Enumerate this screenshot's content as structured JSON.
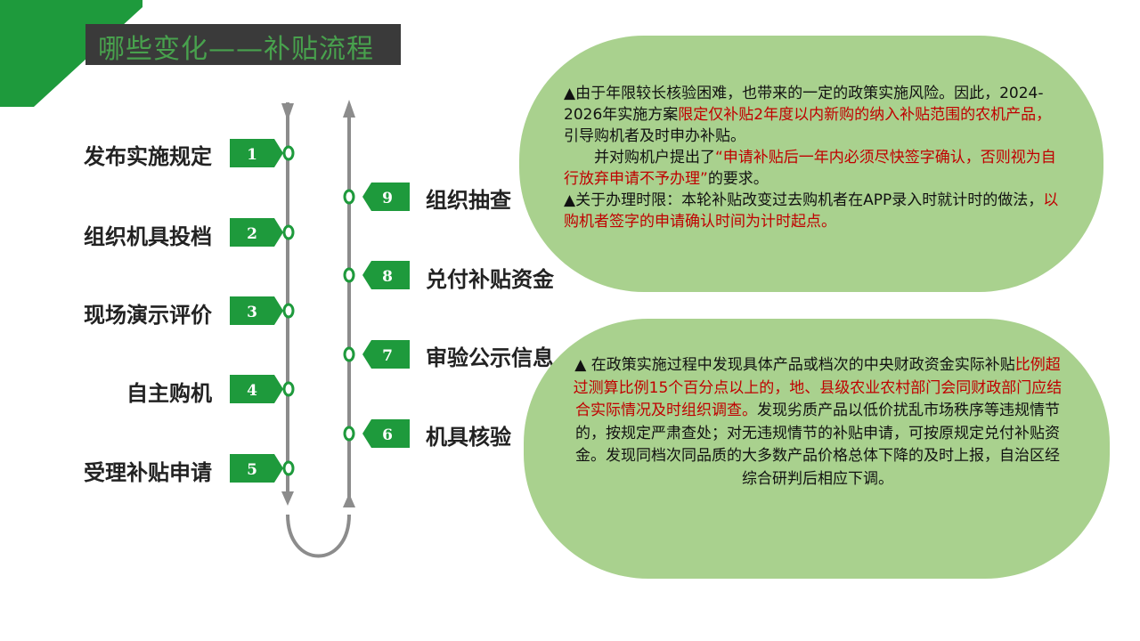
{
  "header": {
    "title": "哪些变化——补贴流程"
  },
  "colors": {
    "accent_green": "#1e9a3c",
    "bubble_green": "#a9d18e",
    "highlight_red": "#c00000",
    "title_bar": "#3a3a3a"
  },
  "flow": {
    "left_steps": [
      {
        "num": "1",
        "label": "发布实施规定"
      },
      {
        "num": "2",
        "label": "组织机具投档"
      },
      {
        "num": "3",
        "label": "现场演示评价"
      },
      {
        "num": "4",
        "label": "自主购机"
      },
      {
        "num": "5",
        "label": "受理补贴申请"
      }
    ],
    "right_steps": [
      {
        "num": "9",
        "label": "组织抽查"
      },
      {
        "num": "8",
        "label": "兑付补贴资金"
      },
      {
        "num": "7",
        "label": "审验公示信息"
      },
      {
        "num": "6",
        "label": "机具核验"
      }
    ]
  },
  "bubble1": {
    "p1_a": "▲由于年限较长核验困难，也带来的一定的政策实施风险。因此，2024-2026年实施方案",
    "p1_red": "限定仅补贴2年度以内新购的纳入补贴范围的农机产品，",
    "p1_b": "引导购机者及时申办补贴。",
    "p2_a": "并对购机户提出了",
    "p2_red": "“申请补贴后一年内必须尽快签字确认，否则视为自行放弃申请不予办理”",
    "p2_b": "的要求。",
    "p3_a": "▲关于办理时限：本轮补贴改变过去购机者在APP录入时就计时的做法，",
    "p3_red": "以购机者签字的申请确认时间为计时起点。"
  },
  "bubble2": {
    "a": "▲ 在政策实施过程中发现具体产品或档次的中央财政资金实际补贴",
    "red": "比例超过测算比例15个百分点以上的，地、县级农业农村部门会同财政部门应结合实际情况及时组织调查。",
    "b": "发现劣质产品以低价扰乱市场秩序等违规情节的，按规定严肃查处；对无违规情节的补贴申请，可按原规定兑付补贴资金。发现同档次同品质的大多数产品价格总体下降的及时上报，自治区经综合研判后相应下调。"
  }
}
